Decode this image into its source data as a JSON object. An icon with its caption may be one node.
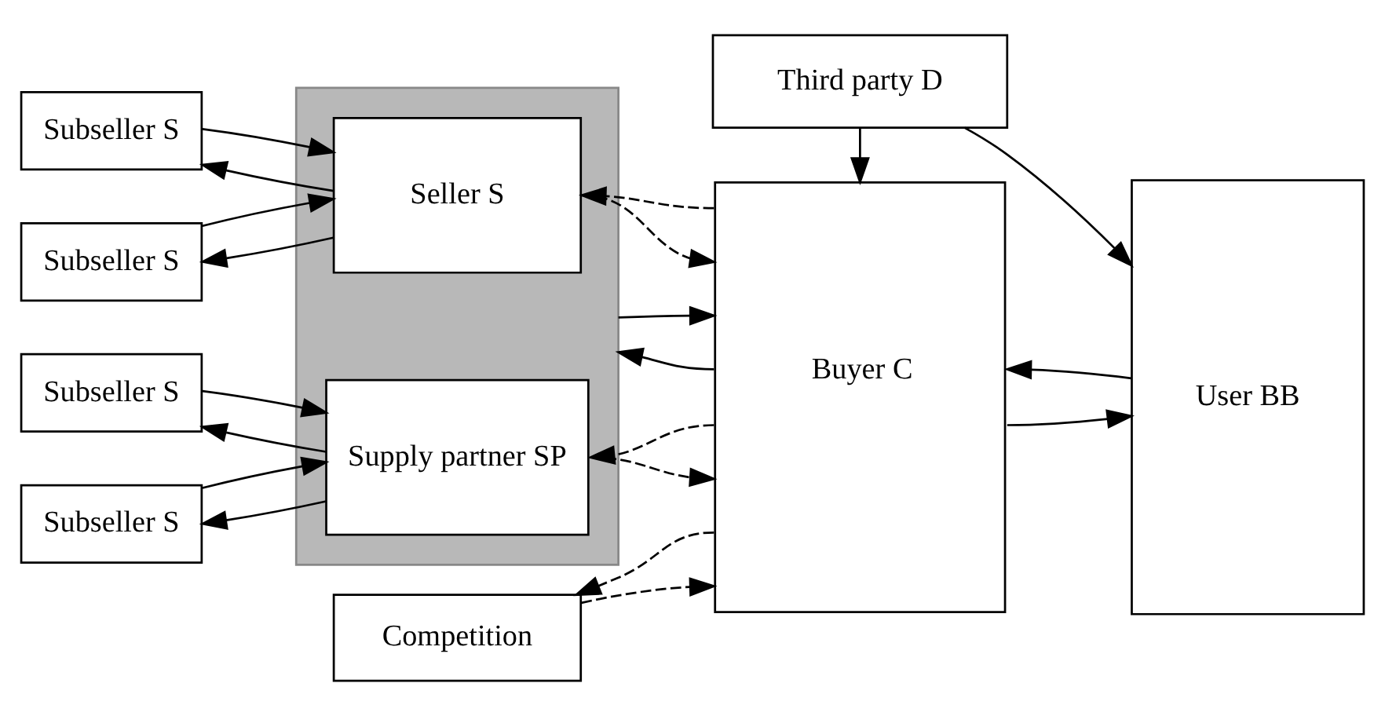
{
  "diagram": {
    "nodes": [
      {
        "text": [
          "Third party D"
        ]
      },
      {
        "text": [
          "Subseller S"
        ]
      },
      {
        "text": [
          "Subseller S"
        ]
      },
      {
        "text": [
          "Subseller S"
        ]
      },
      {
        "text": [
          "Subseller S"
        ]
      },
      {
        "text": [],
        "shape": "box"
      },
      {
        "text": [
          "Seller S"
        ],
        "in": 5
      },
      {
        "text": [
          "Supply partner SP"
        ],
        "in": 5
      },
      {
        "text": [
          "Buyer C"
        ]
      },
      {
        "text": [
          "User BB"
        ]
      },
      {
        "text": [
          "Competition"
        ]
      }
    ],
    "edges": [
      {
        "from": 0,
        "to": 8,
        "arrow": "to"
      },
      {
        "from": 0,
        "to": 9,
        "arrow": "to"
      },
      {
        "from": 6,
        "to": 1,
        "arrow": "to"
      },
      {
        "from": 1,
        "to": 6,
        "arrow": "to"
      },
      {
        "from": 6,
        "to": 2,
        "arrow": "to"
      },
      {
        "from": 2,
        "to": 6,
        "arrow": "to"
      },
      {
        "from": 7,
        "to": 3,
        "arrow": "to"
      },
      {
        "from": 3,
        "to": 7,
        "arrow": "to"
      },
      {
        "from": 7,
        "to": 4,
        "arrow": "to"
      },
      {
        "from": 4,
        "to": 7,
        "arrow": "to"
      },
      {
        "from": 8,
        "to": 6,
        "arrow": "to",
        "style": "dashed"
      },
      {
        "from": 6,
        "to": 8,
        "arrow": "to",
        "style": "dashed"
      },
      {
        "from": 5,
        "to": 8,
        "arrow": "to"
      },
      {
        "from": 8,
        "to": 5,
        "arrow": "to"
      },
      {
        "from": 8,
        "to": 7,
        "arrow": "to",
        "style": "dashed"
      },
      {
        "from": 7,
        "to": 8,
        "arrow": "to",
        "style": "dashed"
      },
      {
        "from": 9,
        "to": 8,
        "arrow": "to"
      },
      {
        "from": 8,
        "to": 9,
        "arrow": "to"
      },
      {
        "from": 8,
        "to": 10,
        "arrow": "to",
        "style": "dashed"
      },
      {
        "from": 10,
        "to": 8,
        "arrow": "to",
        "style": "dashed"
      }
    ]
  }
}
